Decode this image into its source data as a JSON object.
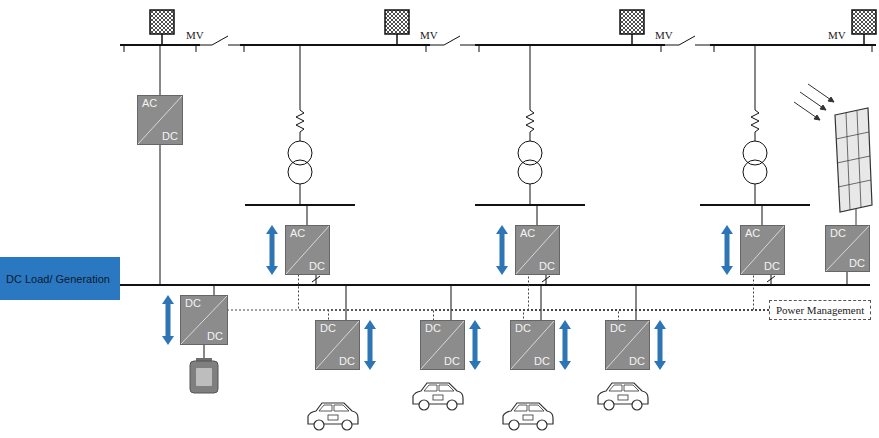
{
  "diagram": {
    "nodes": [
      {
        "text": [
          "AC",
          "DC"
        ]
      },
      {
        "text": [
          "AC",
          "DC"
        ]
      },
      {
        "text": [
          "AC",
          "DC"
        ]
      },
      {
        "text": [
          "AC",
          "DC"
        ]
      },
      {
        "text": [
          "DC",
          "DC"
        ]
      },
      {
        "text": [
          "DC Load/ Generation"
        ]
      },
      {
        "text": [
          "DC",
          "DC"
        ]
      },
      {
        "text": [
          "Power Management"
        ]
      },
      {
        "text": [
          "DC",
          "DC"
        ]
      },
      {
        "text": [
          "DC",
          "DC"
        ]
      },
      {
        "text": [
          "DC",
          "DC"
        ]
      },
      {
        "text": [
          "DC",
          "DC"
        ]
      }
    ],
    "edges": [
      {
        "from": 7,
        "to": 1,
        "arrow": "none"
      },
      {
        "from": 7,
        "to": 2,
        "arrow": "none"
      },
      {
        "from": 7,
        "to": 3,
        "arrow": "none"
      },
      {
        "from": 7,
        "to": 6,
        "arrow": "none"
      },
      {
        "from": 7,
        "to": 8,
        "arrow": "none"
      },
      {
        "from": 7,
        "to": 9,
        "arrow": "none"
      },
      {
        "from": 7,
        "to": 10,
        "arrow": "none"
      },
      {
        "from": 7,
        "to": 11,
        "arrow": "none"
      }
    ],
    "labels": [
      "MV",
      "MV",
      "MV",
      "MV"
    ]
  }
}
